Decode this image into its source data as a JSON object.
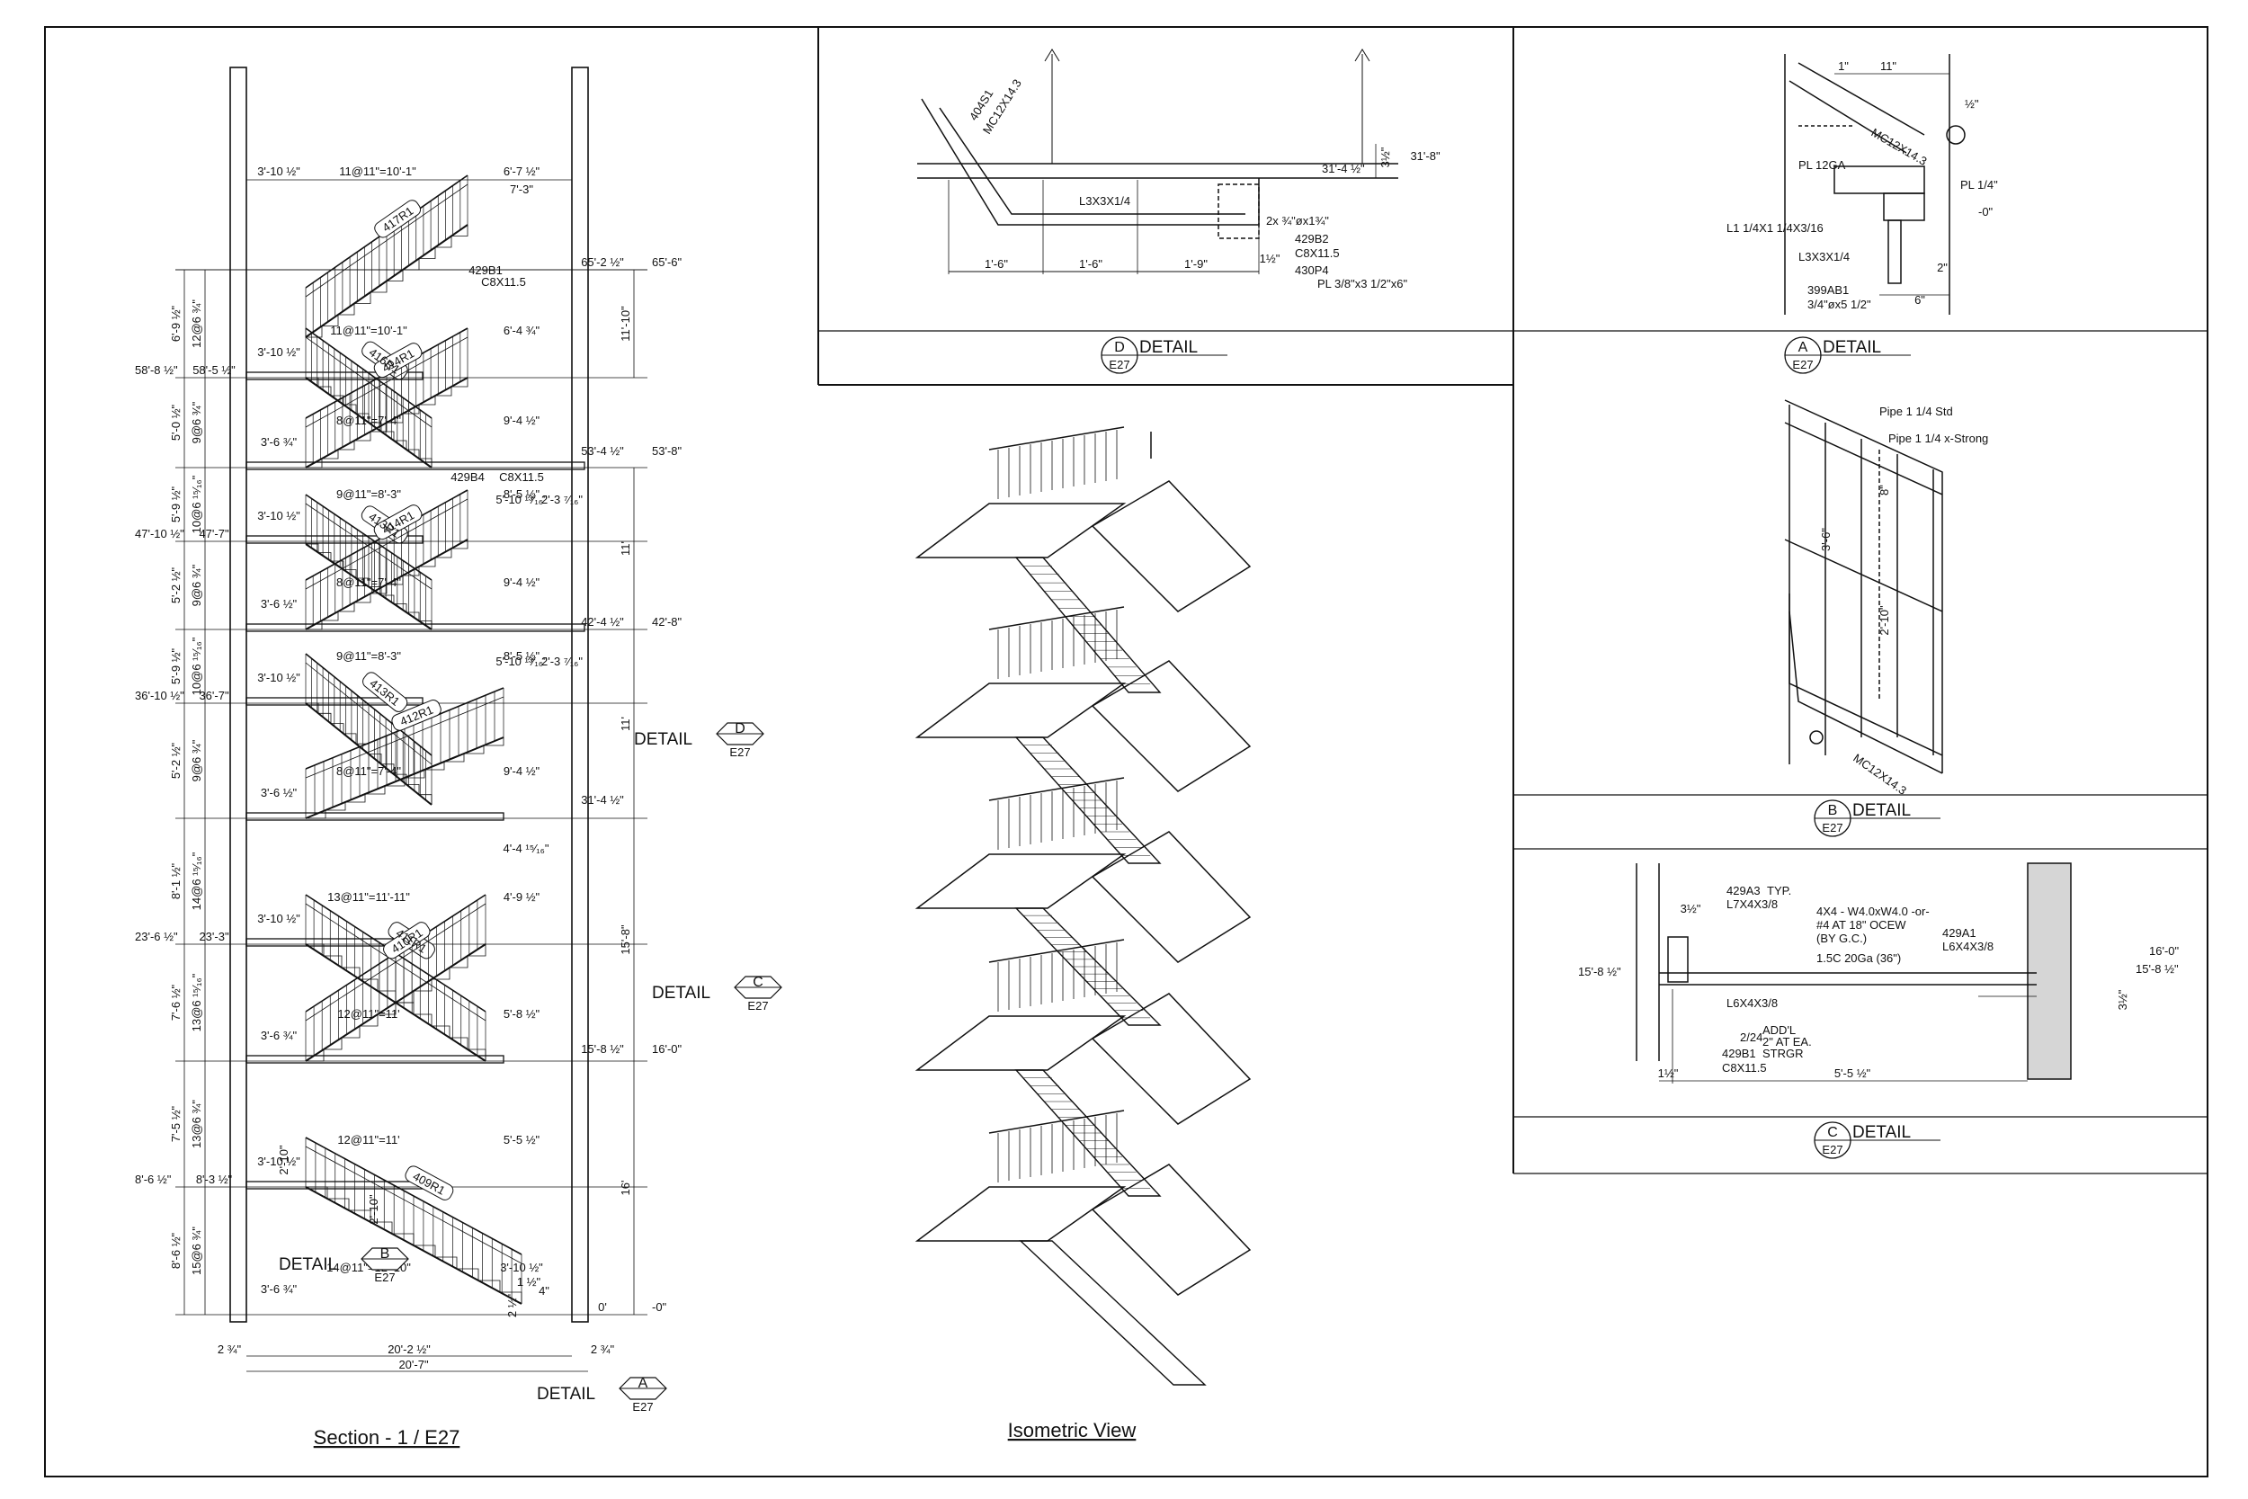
{
  "section": {
    "title": "Section - 1 / E27",
    "top_dims": [
      "3'-10 ½\"",
      "11@11\"=10'-1\"",
      "6'-7 ½\"",
      "7'-3\""
    ],
    "flights": [
      {
        "mark": "417R1",
        "run": "11@11\"=10'-1\"",
        "left": "3'-10 ½\"",
        "right": "6'-4 ¾\""
      },
      {
        "mark": "416R1",
        "run": "8@11\"=7'-4\"",
        "left": "3'-6 ¾\"",
        "right": "9'-4 ½\""
      },
      {
        "mark": "414R1",
        "run": "9@11\"=8'-3\"",
        "left": "3'-10 ½\"",
        "right": "8'-5 ½\""
      },
      {
        "mark": "413R1",
        "run": "8@11\"=7'-4\"",
        "left": "3'-6 ½\"",
        "right": "9'-4 ½\""
      },
      {
        "mark": "414R1",
        "run": "9@11\"=8'-3\"",
        "left": "3'-10 ½\"",
        "right": "8'-5 ½\""
      },
      {
        "mark": "413R1",
        "run": "8@11\"=7'-4\"",
        "left": "3'-6 ½\"",
        "right": "9'-4 ½\""
      },
      {
        "mark": "412R1",
        "run": "13@11\"=11'-11\"",
        "left": "3'-10 ½\"",
        "right": "4'-9 ½\""
      },
      {
        "mark": "411R1",
        "run": "12@11\"=11'",
        "left": "3'-6 ¾\"",
        "right": "5'-8 ½\""
      },
      {
        "mark": "410R1",
        "run": "12@11\"=11'",
        "left": "3'-10 ½\"",
        "right": "5'-5 ½\""
      },
      {
        "mark": "409R1",
        "run": "14@11\"=12'-10\"",
        "left": "3'-6 ¾\"",
        "right": "3'-10 ½\""
      }
    ],
    "landing_dims": [
      "5'-10 ¹³⁄₁₆\"",
      "2'-3 ⁷⁄₁₆\"",
      "5'-10 ¹³⁄₁₆\"",
      "2'-3 ⁷⁄₁₆\"",
      "4'-4 ¹⁵⁄₁₆\""
    ],
    "left_heights": [
      "6'-9 ½\"",
      "12@6 ¾\"",
      "5'-0 ½\"",
      "9@6 ¾\"",
      "5'-9 ½\"",
      "10@6 ¹⁵⁄₁₆\"",
      "5'-2 ½\"",
      "9@6 ¾\"",
      "5'-9 ½\"",
      "10@6 ¹⁵⁄₁₆\"",
      "5'-2 ½\"",
      "9@6 ¾\"",
      "8'-1 ½\"",
      "14@6 ¹⁵⁄₁₆\"",
      "7'-6 ½\"",
      "13@6 ¹⁵⁄₁₆\"",
      "7'-5 ½\"",
      "13@6 ¾\"",
      "8'-6 ½\"",
      "15@6 ¾\""
    ],
    "right_heights": [
      "11'-10\"",
      "11'",
      "11'",
      "15'-8\"",
      "16'"
    ],
    "elev_left": [
      "58'-8 ½\"",
      "47'-10 ½\"",
      "36'-10 ½\"",
      "23'-6 ½\"",
      "8'-6 ½\""
    ],
    "elev_left_inner": [
      "58'-5 ½\"",
      "47'-7\"",
      "36'-7\"",
      "23'-3\"",
      "8'-3 ½\""
    ],
    "elev_right": [
      "65'-2 ½\"",
      "53'-4 ½\"",
      "42'-4 ½\"",
      "31'-4 ½\"",
      "15'-8 ½\"",
      "0'"
    ],
    "elev_right_outer": [
      "65'-6\"",
      "53'-8\"",
      "42'-8\"",
      "16'-0\"",
      "-0\""
    ],
    "beam_tags": [
      "429B1",
      "C8X11.5",
      "429B4",
      "C8X11.5"
    ],
    "bottom_dims": [
      "2 ¾\"",
      "20'-2 ½\"",
      "2 ¾\"",
      "20'-7\""
    ],
    "misc_dims": [
      "2'-10\"",
      "2'-10\"",
      "1 ½\"",
      "4\"",
      "2 ½\""
    ],
    "callouts": [
      {
        "label": "DETAIL",
        "letter": "D",
        "sheet": "E27"
      },
      {
        "label": "DETAIL",
        "letter": "C",
        "sheet": "E27"
      },
      {
        "label": "DETAIL",
        "letter": "B",
        "sheet": "E27"
      },
      {
        "label": "DETAIL",
        "letter": "A",
        "sheet": "E27"
      }
    ]
  },
  "isometric": {
    "title": "Isometric View"
  },
  "detail_d": {
    "letter": "D",
    "label": "DETAIL",
    "sheet": "E27",
    "tags": [
      "404S1",
      "MC12X14.3",
      "L3X3X1/4",
      "2x ¾\"øx1¾\"",
      "429B2",
      "C8X11.5",
      "430P4",
      "PL 3/8\"x3 1/2\"x6\""
    ],
    "dims": [
      "1'-6\"",
      "1'-6\"",
      "1'-9\"",
      "1½\"",
      "3½\"",
      "31'-4 ½\"",
      "31'-8\""
    ]
  },
  "detail_a": {
    "letter": "A",
    "label": "DETAIL",
    "sheet": "E27",
    "tags": [
      "MC12X14.3",
      "PL 12GA",
      "L1 1/4X1 1/4X3/16",
      "PL 1/4\"",
      "L3X3X1/4",
      "399AB1",
      "3/4\"øx5 1/2\""
    ],
    "dims": [
      "1\"",
      "11\"",
      "½\"",
      "2\"",
      "6\"",
      "-0\""
    ]
  },
  "detail_b": {
    "letter": "B",
    "label": "DETAIL",
    "sheet": "E27",
    "tags": [
      "Pipe 1 1/4 Std",
      "Pipe 1 1/4 x-Strong",
      "MC12X14.3"
    ],
    "dims": [
      "3'-6\"",
      "2'-10\"",
      "8\""
    ]
  },
  "detail_c": {
    "letter": "C",
    "label": "DETAIL",
    "sheet": "E27",
    "tags": [
      "429A3",
      "TYP.",
      "L7X4X3/8",
      "4X4 - W4.0xW4.0 -or-",
      "#4 AT 18\" OCEW",
      "(BY G.C.)",
      "1.5C 20Ga (36\")",
      "429A1",
      "L6X4X3/8",
      "L6X4X3/8",
      "ADD'L",
      "2\" AT EA.",
      "STRGR",
      "429B1",
      "C8X11.5"
    ],
    "dims": [
      "3½\"",
      "5'-5 ½\"",
      "1½\"",
      "3½\"",
      "15'-8 ½\"",
      "16'-0\"",
      "15'-8 ½\"",
      "2/24"
    ]
  }
}
